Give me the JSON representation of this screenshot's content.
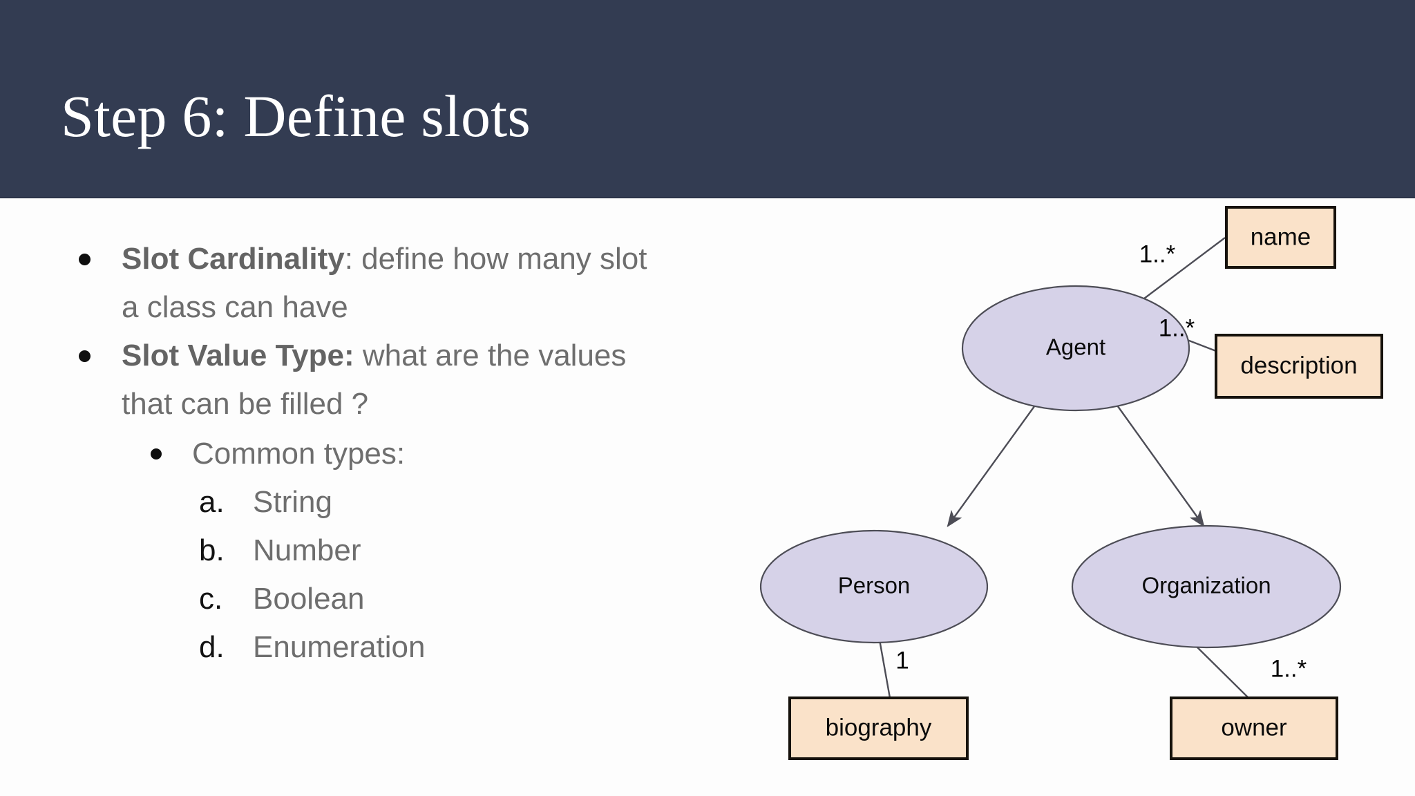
{
  "slide": {
    "title": "Step 6: Define slots",
    "title_bar_color": "#333c52",
    "background_color": "#fdfdfd"
  },
  "content": {
    "bullets": [
      {
        "level": 1,
        "strong": "Slot Cardinality",
        "rest": ": define how many slot a class can have"
      },
      {
        "level": 1,
        "strong": "Slot Value Type:",
        "rest": " what are the values that can be filled ?"
      }
    ],
    "sub_bullet": "Common types:",
    "common_types": [
      {
        "marker": "a.",
        "label": "String"
      },
      {
        "marker": "b.",
        "label": "Number"
      },
      {
        "marker": "c.",
        "label": "Boolean"
      },
      {
        "marker": "d.",
        "label": "Enumeration"
      }
    ]
  },
  "diagram": {
    "node_fill": "#d6d2e8",
    "node_stroke": "#4d4d56",
    "attr_fill": "#fae2c9",
    "attr_stroke": "#16120c",
    "classes": [
      {
        "id": "agent",
        "label": "Agent"
      },
      {
        "id": "person",
        "label": "Person"
      },
      {
        "id": "organization",
        "label": "Organization"
      }
    ],
    "attributes": [
      {
        "id": "name",
        "label": "name"
      },
      {
        "id": "description",
        "label": "description"
      },
      {
        "id": "biography",
        "label": "biography"
      },
      {
        "id": "owner",
        "label": "owner"
      }
    ],
    "relations": [
      {
        "from": "agent",
        "to": "name",
        "cardinality": "1..*"
      },
      {
        "from": "agent",
        "to": "description",
        "cardinality": "1..*"
      },
      {
        "from": "agent",
        "to": "person",
        "cardinality": ""
      },
      {
        "from": "agent",
        "to": "organization",
        "cardinality": ""
      },
      {
        "from": "person",
        "to": "biography",
        "cardinality": "1"
      },
      {
        "from": "organization",
        "to": "owner",
        "cardinality": "1..*"
      }
    ]
  }
}
